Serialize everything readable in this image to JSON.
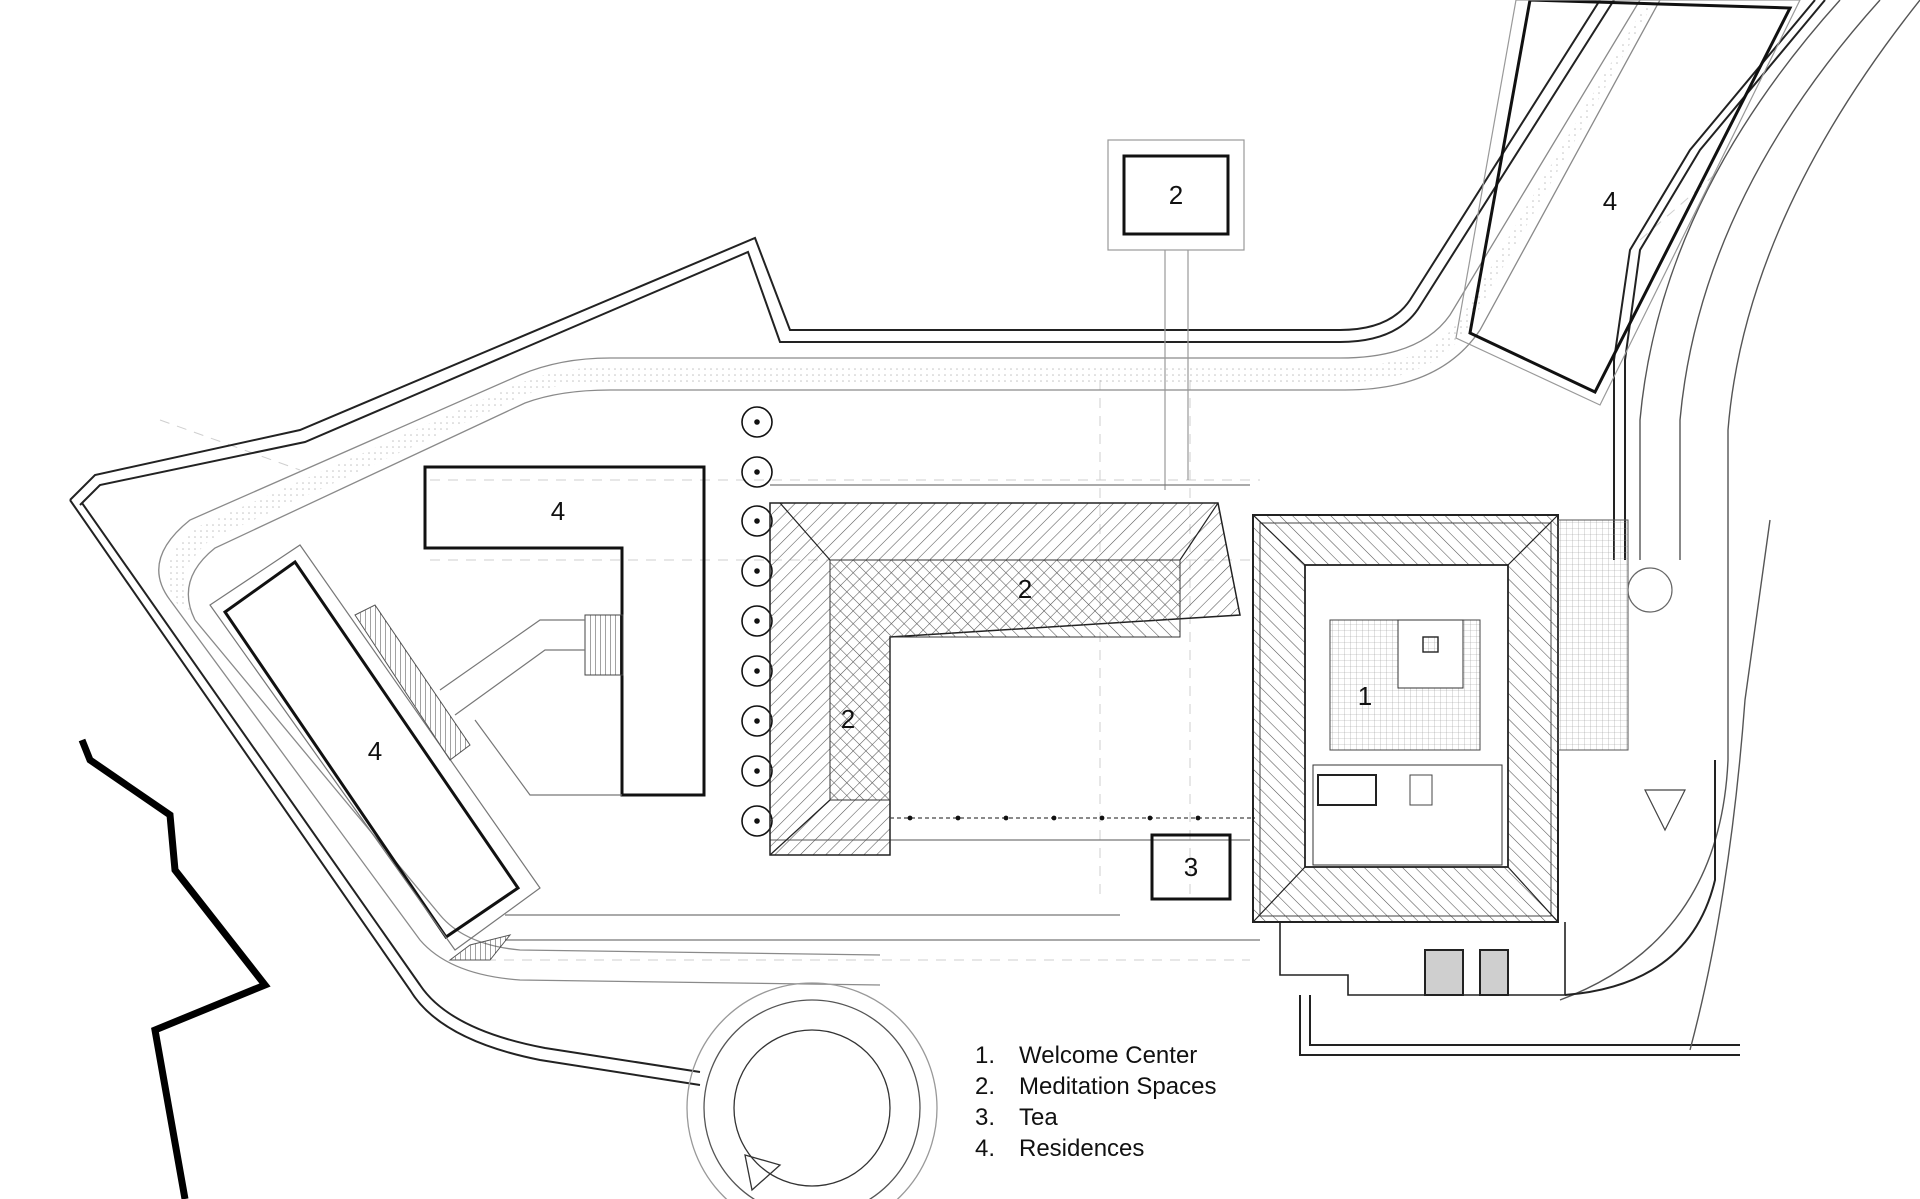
{
  "plan_labels": {
    "welcome_center": "1",
    "meditation_north": "2",
    "meditation_main": "2",
    "meditation_west_wing": "2",
    "tea": "3",
    "residences_northeast": "4",
    "residences_l_block": "4",
    "residences_west": "4"
  },
  "legend": [
    {
      "num": "1.",
      "label": "Welcome Center"
    },
    {
      "num": "2.",
      "label": "Meditation Spaces"
    },
    {
      "num": "3.",
      "label": "Tea"
    },
    {
      "num": "4.",
      "label": "Residences"
    }
  ],
  "colors": {
    "line": "#222222",
    "thin_line": "#8a8a8a",
    "hatch": "#555555",
    "door_fill": "#cfcfcf"
  }
}
